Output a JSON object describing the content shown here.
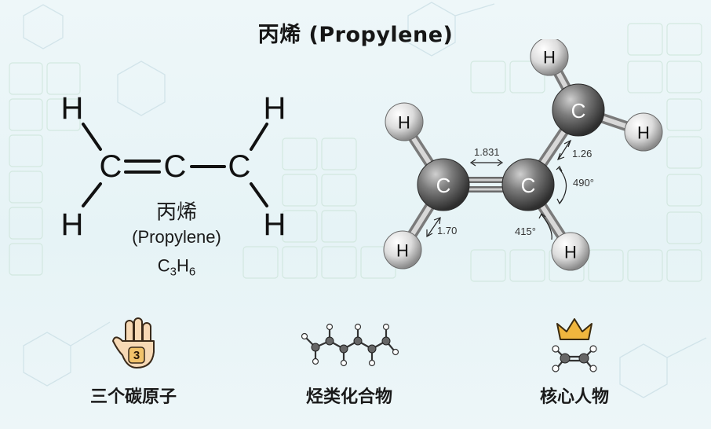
{
  "title": "丙烯 (Propylene)",
  "structure": {
    "atoms": {
      "h_top_left": "H",
      "h_bottom_left": "H",
      "c1": "C",
      "c2": "C",
      "c3": "C",
      "h_top_right": "H",
      "h_bottom_right": "H"
    },
    "name_zh": "丙烯",
    "name_en": "(Propylene)",
    "formula_c": "C",
    "formula_c_sub": "3",
    "formula_h": "H",
    "formula_h_sub": "6"
  },
  "model": {
    "carbon_label": "C",
    "hydrogen_label": "H",
    "measure_1": "1.831",
    "measure_2": "1.26",
    "measure_3": "490°",
    "measure_4": "1.70",
    "measure_5": "415°",
    "carbon_color": "#6e6e6e",
    "hydrogen_color": "#e8e8e8"
  },
  "features": [
    {
      "label": "三个碳原子",
      "icon": "hand-three-icon",
      "badge": "3"
    },
    {
      "label": "烃类化合物",
      "icon": "carbon-chain-icon"
    },
    {
      "label": "核心人物",
      "icon": "crown-molecule-icon"
    }
  ],
  "colors": {
    "accent_badge": "#f2c36b",
    "crown": "#f0b63e",
    "skin": "#f7d9b5"
  }
}
